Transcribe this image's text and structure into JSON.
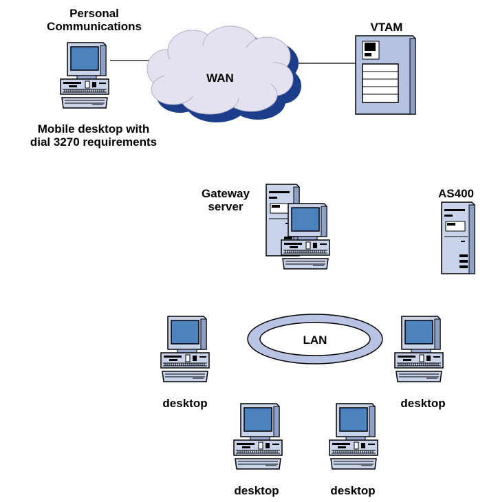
{
  "labels": {
    "personal_line1": "Personal",
    "personal_line2": "Communications",
    "mobile_line1": "Mobile desktop with",
    "mobile_line2": "dial 3270 requirements",
    "wan": "WAN",
    "vtam": "VTAM",
    "gateway_line1": "Gateway",
    "gateway_line2": "server",
    "as400": "AS400",
    "lan": "LAN",
    "desktop_left": "desktop",
    "desktop_right": "desktop",
    "desktop_bottom_left": "desktop",
    "desktop_bottom_right": "desktop"
  },
  "colors": {
    "cloud_fill": "#e4e2ee",
    "cloud_shadow": "#1b3d8a",
    "computer_body": "#c9d3ea",
    "computer_screen": "#4d82be",
    "lan_ring": "#b9c3e3",
    "vtam_body": "#b5c3e3"
  }
}
